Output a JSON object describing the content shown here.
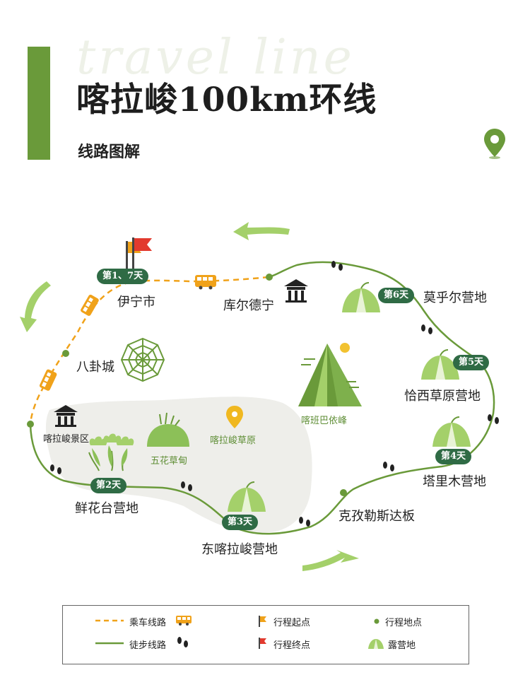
{
  "header": {
    "watermark": "travel line",
    "title": "喀拉峻100km环线",
    "subtitle": "线路图解"
  },
  "colors": {
    "accent_green": "#6a9a3a",
    "route_green": "#6a9a3a",
    "drive_orange": "#f0a21a",
    "badge_green": "#2f6b45",
    "grassland_gray": "#eeeeea"
  },
  "places": {
    "yining": "伊宁市",
    "kuerdening": "库尔德宁",
    "baguacheng": "八卦城",
    "kalajun_scenic": "喀拉峻景区",
    "wuhua": "五花草甸",
    "kalajun_grassland": "喀拉峻草原",
    "kabanbayi": "喀班巴依峰",
    "xianhuatai": "鲜花台营地",
    "dongkalajun": "东喀拉峻营地",
    "kezileisidaban": "克孜勒斯达板",
    "talimu": "塔里木营地",
    "qiaxi": "恰西草原营地",
    "mohuer": "莫乎尔营地"
  },
  "badges": {
    "day1_7": "第1、7天",
    "day2": "第2天",
    "day3": "第3天",
    "day4": "第4天",
    "day5": "第5天",
    "day6": "第6天"
  },
  "legend": {
    "drive_route": "乘车线路",
    "hike_route": "徒步线路",
    "start_point": "行程起点",
    "end_point": "行程终点",
    "waypoint": "行程地点",
    "campsite": "露营地"
  },
  "icons": [
    "flag-icon",
    "bus-icon",
    "footprints-icon",
    "tent-icon",
    "pavilion-icon",
    "bagua-icon",
    "mountain-icon",
    "flower-icon",
    "location-pin-icon",
    "arrow-icon"
  ]
}
